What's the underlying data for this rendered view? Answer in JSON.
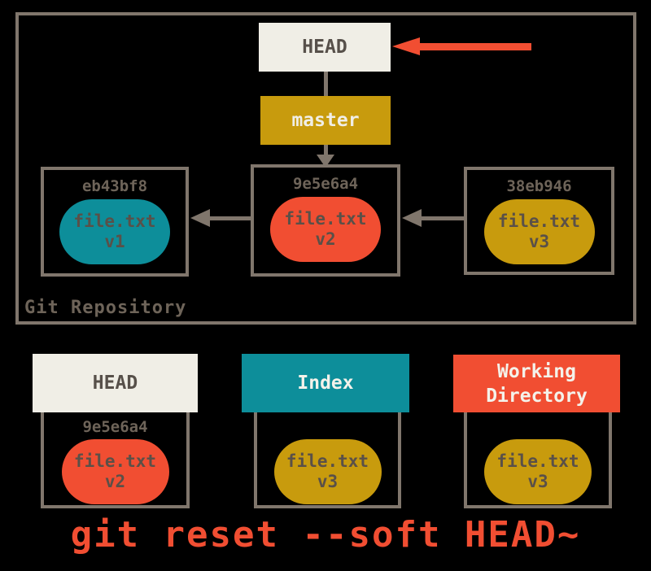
{
  "colors": {
    "background": "#000000",
    "cream": "#f0eee6",
    "gold": "#c89b0d",
    "teal": "#0d8e9a",
    "red_orange": "#f14e32",
    "border_gray": "#80766c",
    "hash_text": "#6e6459",
    "dark_text": "#57504a"
  },
  "repository": {
    "label": "Git Repository",
    "head_label": "HEAD",
    "branch_label": "master",
    "commits": [
      {
        "hash": "eb43bf8",
        "file": "file.txt",
        "version": "v1"
      },
      {
        "hash": "9e5e6a4",
        "file": "file.txt",
        "version": "v2"
      },
      {
        "hash": "38eb946",
        "file": "file.txt",
        "version": "v3"
      }
    ]
  },
  "trees": [
    {
      "title": "HEAD",
      "hash": "9e5e6a4",
      "file": "file.txt",
      "version": "v2"
    },
    {
      "title": "Index",
      "hash": "",
      "file": "file.txt",
      "version": "v3"
    },
    {
      "title": "Working Directory",
      "hash": "",
      "file": "file.txt",
      "version": "v3"
    }
  ],
  "command": "git reset --soft HEAD~"
}
